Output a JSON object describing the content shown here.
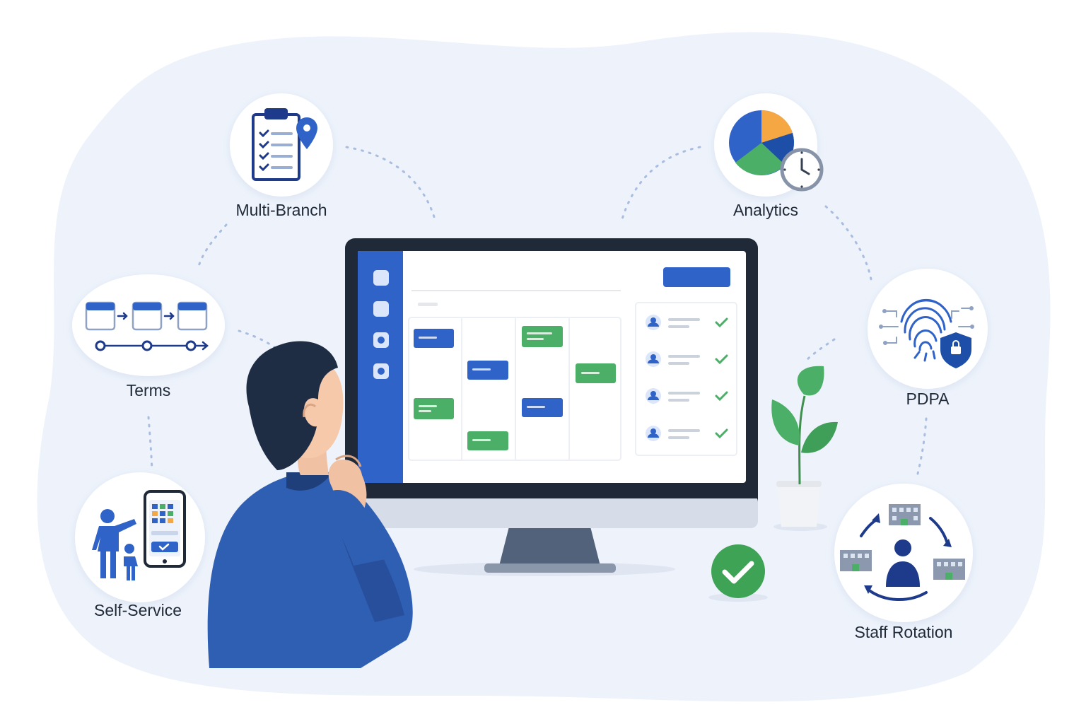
{
  "features": {
    "multi_branch": {
      "label": "Multi-Branch",
      "icon": "clipboard-location-icon"
    },
    "analytics": {
      "label": "Analytics",
      "icon": "pie-chart-clock-icon"
    },
    "terms": {
      "label": "Terms",
      "icon": "calendar-timeline-icon"
    },
    "pdpa": {
      "label": "PDPA",
      "icon": "fingerprint-shield-icon"
    },
    "self_service": {
      "label": "Self-Service",
      "icon": "parent-child-phone-icon"
    },
    "staff_rotation": {
      "label": "Staff Rotation",
      "icon": "buildings-rotation-icon"
    }
  },
  "monitor_screen": {
    "sidebar_icons": 4,
    "calendar_columns": 4,
    "staff_rows": 4,
    "staff_status": "approved"
  },
  "colors": {
    "primary_blue": "#2f63c8",
    "dark_navy": "#1e3a8a",
    "green": "#4caf67",
    "orange": "#f4a742",
    "background_blob": "#eef3fb"
  }
}
